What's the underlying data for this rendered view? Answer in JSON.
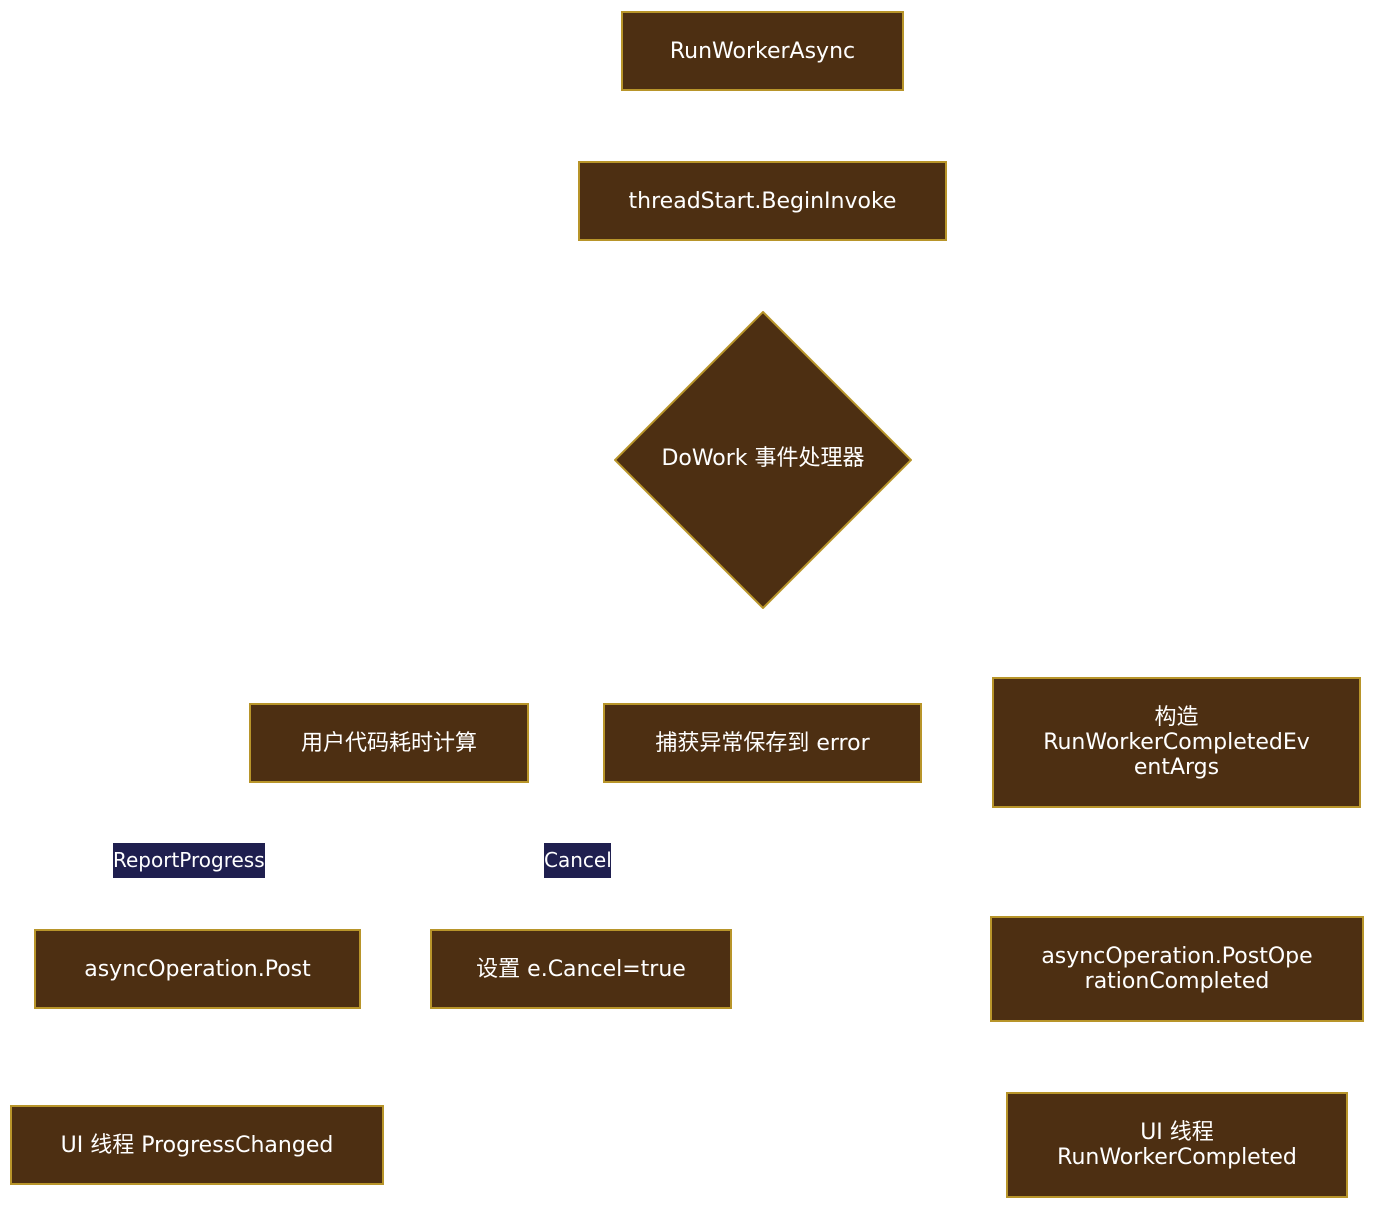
{
  "diagram": {
    "nodes": {
      "run_worker_async": "RunWorkerAsync",
      "thread_begin_invoke": "threadStart.BeginInvoke",
      "dowork_handler": "DoWork 事件处理器",
      "user_code": "用户代码耗时计算",
      "catch_exception": "捕获异常保存到 error",
      "construct_args": "构造\nRunWorkerCompletedEv\nentArgs",
      "async_post": "asyncOperation.Post",
      "set_cancel": "设置 e.Cancel=true",
      "post_operation_completed": "asyncOperation.PostOpe\nrationCompleted",
      "ui_progress_changed": "UI 线程 ProgressChanged",
      "ui_run_worker_completed": "UI 线程\nRunWorkerCompleted"
    },
    "edge_labels": {
      "report_progress": "ReportProgress",
      "cancel": "Cancel"
    },
    "colors": {
      "node_fill": "#4d2f12",
      "node_border": "#b8952a",
      "node_text": "#ffffff",
      "edge_label_fill": "#1f1f4f"
    }
  }
}
